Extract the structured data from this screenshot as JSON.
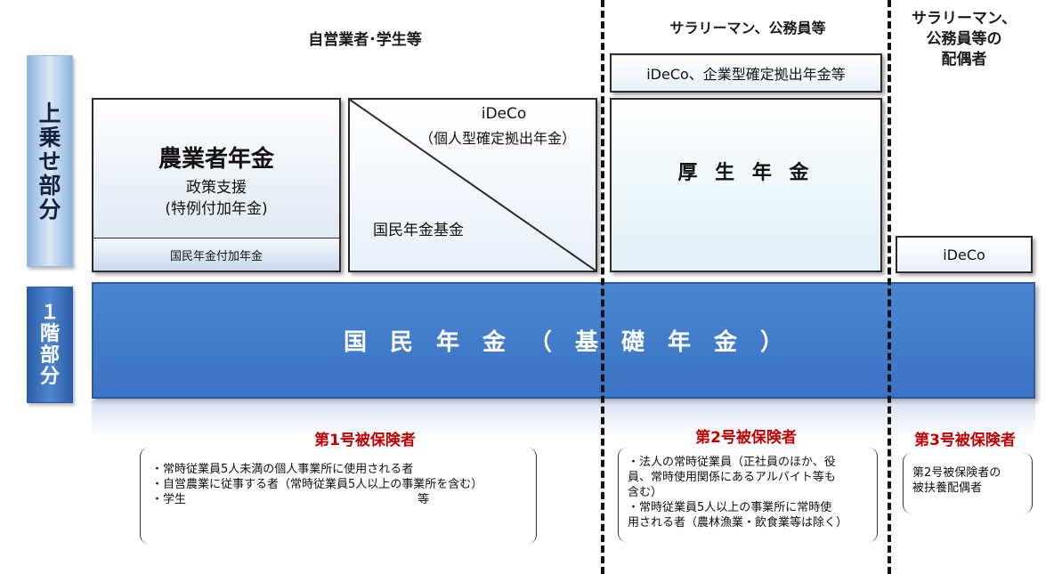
{
  "columns": {
    "col1_header": "自営業者･学生等",
    "col2_header": "サラリーマン、公務員等",
    "col3_header": [
      "サラリーマン、",
      "公務員等の",
      "配偶者"
    ]
  },
  "side_labels": {
    "upper": [
      "上",
      "乗",
      "せ",
      "部",
      "分"
    ],
    "lower": [
      "１",
      "階",
      "部",
      "分"
    ]
  },
  "farmer_box": {
    "title": "農業者年金",
    "sub1": "政策支援",
    "sub2": "(特例付加年金)",
    "bottom": "国民年金付加年金"
  },
  "ideco_fund_box": {
    "ideco": "iDeCo",
    "ideco_full": "（個人型確定拠出年金）",
    "fund": "国民年金基金"
  },
  "employee": {
    "dc_box": "iDeCo、企業型確定拠出年金等",
    "kosei_box": "厚 生 年 金"
  },
  "spouse": {
    "ideco_box": "iDeCo"
  },
  "base": {
    "label": "国民年金（基礎年金）"
  },
  "insured": {
    "no1": "第1号被保険者",
    "no2": "第2号被保険者",
    "no3": "第3号被保険者"
  },
  "notes": {
    "no1": [
      "・常時従業員5人未満の個人事業所に使用される者",
      "・自営農業に従事する者（常時従業員5人以上の事業所を含む）",
      "・学生　　　　　　　　　　　　　　　　　　　　等"
    ],
    "no2": [
      "・法人の常時従業員（正社員のほか、役",
      "員、常時使用関係にあるアルバイト等も",
      "含む）",
      "・常時従業員5人以上の事業所に常時使",
      "用される者（農林漁業・飲食業等は除く）"
    ],
    "no3": [
      "第2号被保険者の",
      "被扶養配偶者"
    ]
  }
}
